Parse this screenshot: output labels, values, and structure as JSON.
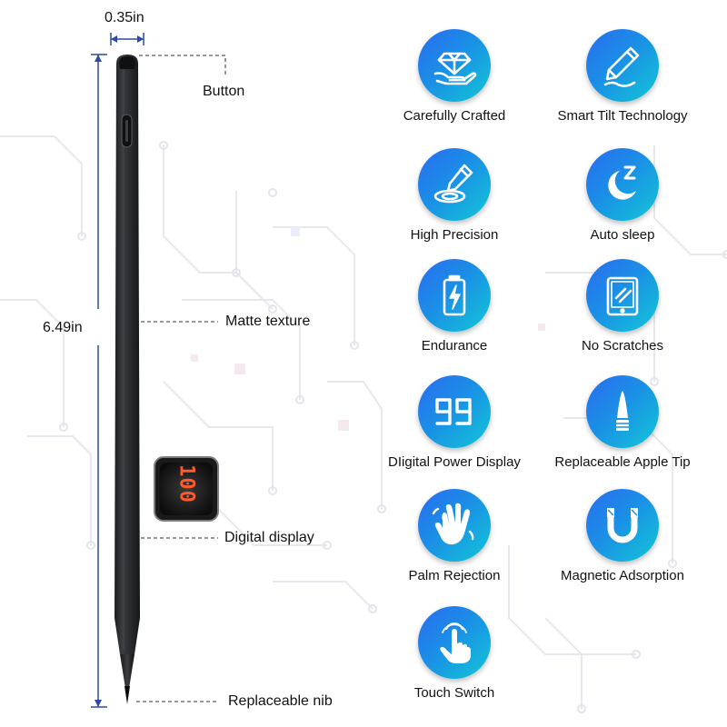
{
  "pen": {
    "width_label": "0.35in",
    "length_label": "6.49in",
    "button_label": "Button",
    "matte_label": "Matte texture",
    "display_label": "Digital display",
    "display_digits": "100",
    "nib_label": "Replaceable nib"
  },
  "features": [
    {
      "label": "Carefully Crafted",
      "icon": "diamond-hand-icon"
    },
    {
      "label": "Smart Tilt Technology",
      "icon": "pencil-icon"
    },
    {
      "label": "High Precision",
      "icon": "pencil-point-icon"
    },
    {
      "label": "Auto sleep",
      "icon": "moon-sleep-icon"
    },
    {
      "label": "Endurance",
      "icon": "battery-charge-icon"
    },
    {
      "label": "No Scratches",
      "icon": "tablet-icon"
    },
    {
      "label": "DIigital Power Display",
      "icon": "digits-99-icon"
    },
    {
      "label": "Replaceable Apple Tip",
      "icon": "pen-tip-icon"
    },
    {
      "label": "Palm Rejection",
      "icon": "palm-icon"
    },
    {
      "label": "Magnetic Adsorption",
      "icon": "magnet-icon"
    },
    {
      "label": "Touch Switch",
      "icon": "touch-hand-icon"
    }
  ],
  "colors": {
    "icon_gradient_start": "#2a6cf0",
    "icon_gradient_end": "#12c7d6",
    "dimension_line": "#2b4aa0",
    "pen_body": "#2b2d31",
    "display_digits": "#ff5a2a"
  }
}
